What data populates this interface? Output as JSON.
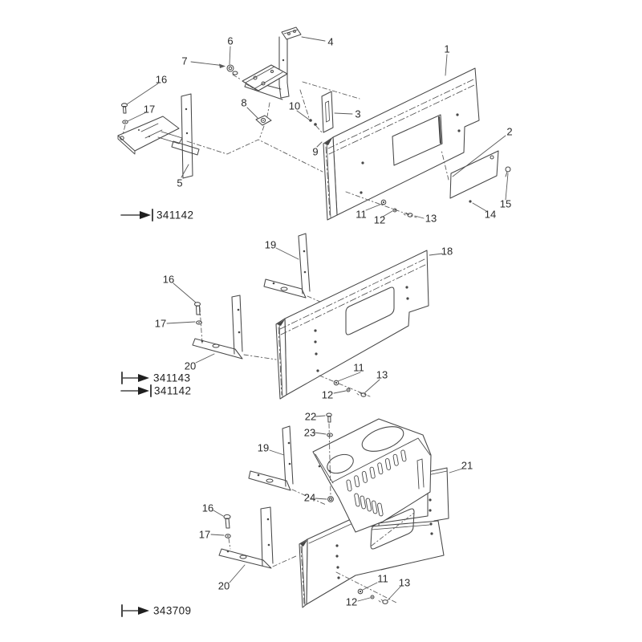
{
  "figure": {
    "type": "exploded-parts-diagram",
    "background": "#ffffff",
    "line_color": "#474747",
    "sub_diagrams": 3
  },
  "sections": [
    {
      "name": "top-assembly",
      "serial_codes": [
        {
          "symbol": "arrow-to-bar",
          "meaning": "up-to-serial",
          "value": "341142"
        }
      ],
      "callouts": [
        "1",
        "2",
        "3",
        "4",
        "5",
        "6",
        "7",
        "8",
        "9",
        "10",
        "11",
        "12",
        "13",
        "14",
        "15",
        "16",
        "17"
      ]
    },
    {
      "name": "middle-assembly",
      "serial_codes": [
        {
          "symbol": "bar-to-arrow",
          "meaning": "from-serial",
          "value": "341143"
        },
        {
          "symbol": "arrow-to-bar",
          "meaning": "up-to-serial",
          "value": "341142"
        }
      ],
      "callouts": [
        "19",
        "18",
        "16",
        "17",
        "20",
        "11",
        "12",
        "13"
      ]
    },
    {
      "name": "bottom-assembly",
      "serial_codes": [
        {
          "symbol": "bar-to-arrow",
          "meaning": "from-serial",
          "value": "343709"
        }
      ],
      "callouts": [
        "22",
        "23",
        "19",
        "24",
        "21",
        "16",
        "17",
        "20",
        "11",
        "12",
        "13"
      ]
    }
  ]
}
